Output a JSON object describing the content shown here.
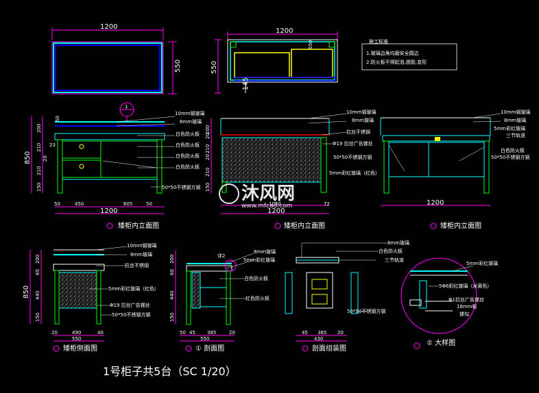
{
  "watermark": {
    "brand": "沐风网",
    "url": "www.mfcad.com"
  },
  "title": "1号柜子共5台（SC 1/20）",
  "notes": {
    "heading": "施工标准",
    "lines": [
      "1.玻璃边角均磨安全圆边",
      "2.防火板不得起泡,脱胶,变形"
    ]
  },
  "plan_left": {
    "width": "1200",
    "height": "550"
  },
  "plan_right": {
    "width": "1200",
    "height": "550",
    "h2": "145",
    "inner": "550"
  },
  "elev1": {
    "vert": [
      "200",
      "50",
      "210",
      "20",
      "210",
      "150",
      "850",
      "23"
    ],
    "bottom": [
      "50",
      "450",
      "605",
      "50"
    ],
    "total": "1200",
    "marker": "1",
    "labels": [
      "10mm钢玻璃",
      "8mm玻璃",
      "白色防火板",
      "白色防火板",
      "白色防火板",
      "白色防火板",
      "50*50不锈钢方钢"
    ],
    "caption": "矮柜内立面图"
  },
  "elev2": {
    "vert": [
      "200",
      "20",
      "210",
      "20",
      "210",
      "150"
    ],
    "bottom": [
      "1050",
      "72"
    ],
    "total": "1200",
    "labels": [
      "10mm钢玻璃",
      "8mm玻璃",
      "拉丝不锈钢",
      "Φ19 拉丝广告镙丝",
      "50*50不锈钢方钢",
      "5mm彩红玻璃（红色）"
    ],
    "caption": "矮柜内立面图"
  },
  "elev3": {
    "total": "1200",
    "labels": [
      "10mm钢玻璃",
      "8mm玻璃",
      "5mm彩红玻璃",
      "三节轨道",
      "白色防火板",
      "50*50不锈钢方钢"
    ],
    "caption": "矮柜内立面图"
  },
  "side": {
    "vert": [
      "200",
      "60",
      "440",
      "150",
      "850"
    ],
    "bottom": [
      "20",
      "490",
      "40"
    ],
    "total": "550",
    "labels": [
      "10mm钢玻璃",
      "8mm玻璃",
      "拉丝不锈钢",
      "5mm彩红玻璃（红色）",
      "Φ19 拉丝广告镙丝",
      "50*50不锈钢方钢"
    ],
    "caption": "矮柜侧面图"
  },
  "section1": {
    "vert": [
      "200",
      "60",
      "440",
      "150"
    ],
    "bottom": [
      "50",
      "45",
      "385",
      "20"
    ],
    "total": "550",
    "detail": "详2",
    "labels": [
      "8mm玻璃",
      "5mm彩红玻璃",
      "白色防火板",
      "红色防火板"
    ],
    "caption": "① 剖面图"
  },
  "section2": {
    "bottom": [
      "45",
      "365",
      "20"
    ],
    "total": "430",
    "labels": [
      "8mm玻璃",
      "白色防火板",
      "三节轨道",
      "50*50不锈钢方钢"
    ],
    "caption": "剖面组装图"
  },
  "detail2": {
    "labels": [
      "5mm彩红玻璃",
      "5Φ6彩红玻璃（米黄色）",
      "Φ1拉丝广告镙丝",
      "18mm板",
      "镙勾"
    ],
    "caption": "② 大样图"
  },
  "colors": {
    "magenta": "#ff00ff",
    "cyan": "#00ffff",
    "green": "#00ff00",
    "blue": "#0000ff",
    "yellow": "#ffff00",
    "red": "#ff0000"
  }
}
